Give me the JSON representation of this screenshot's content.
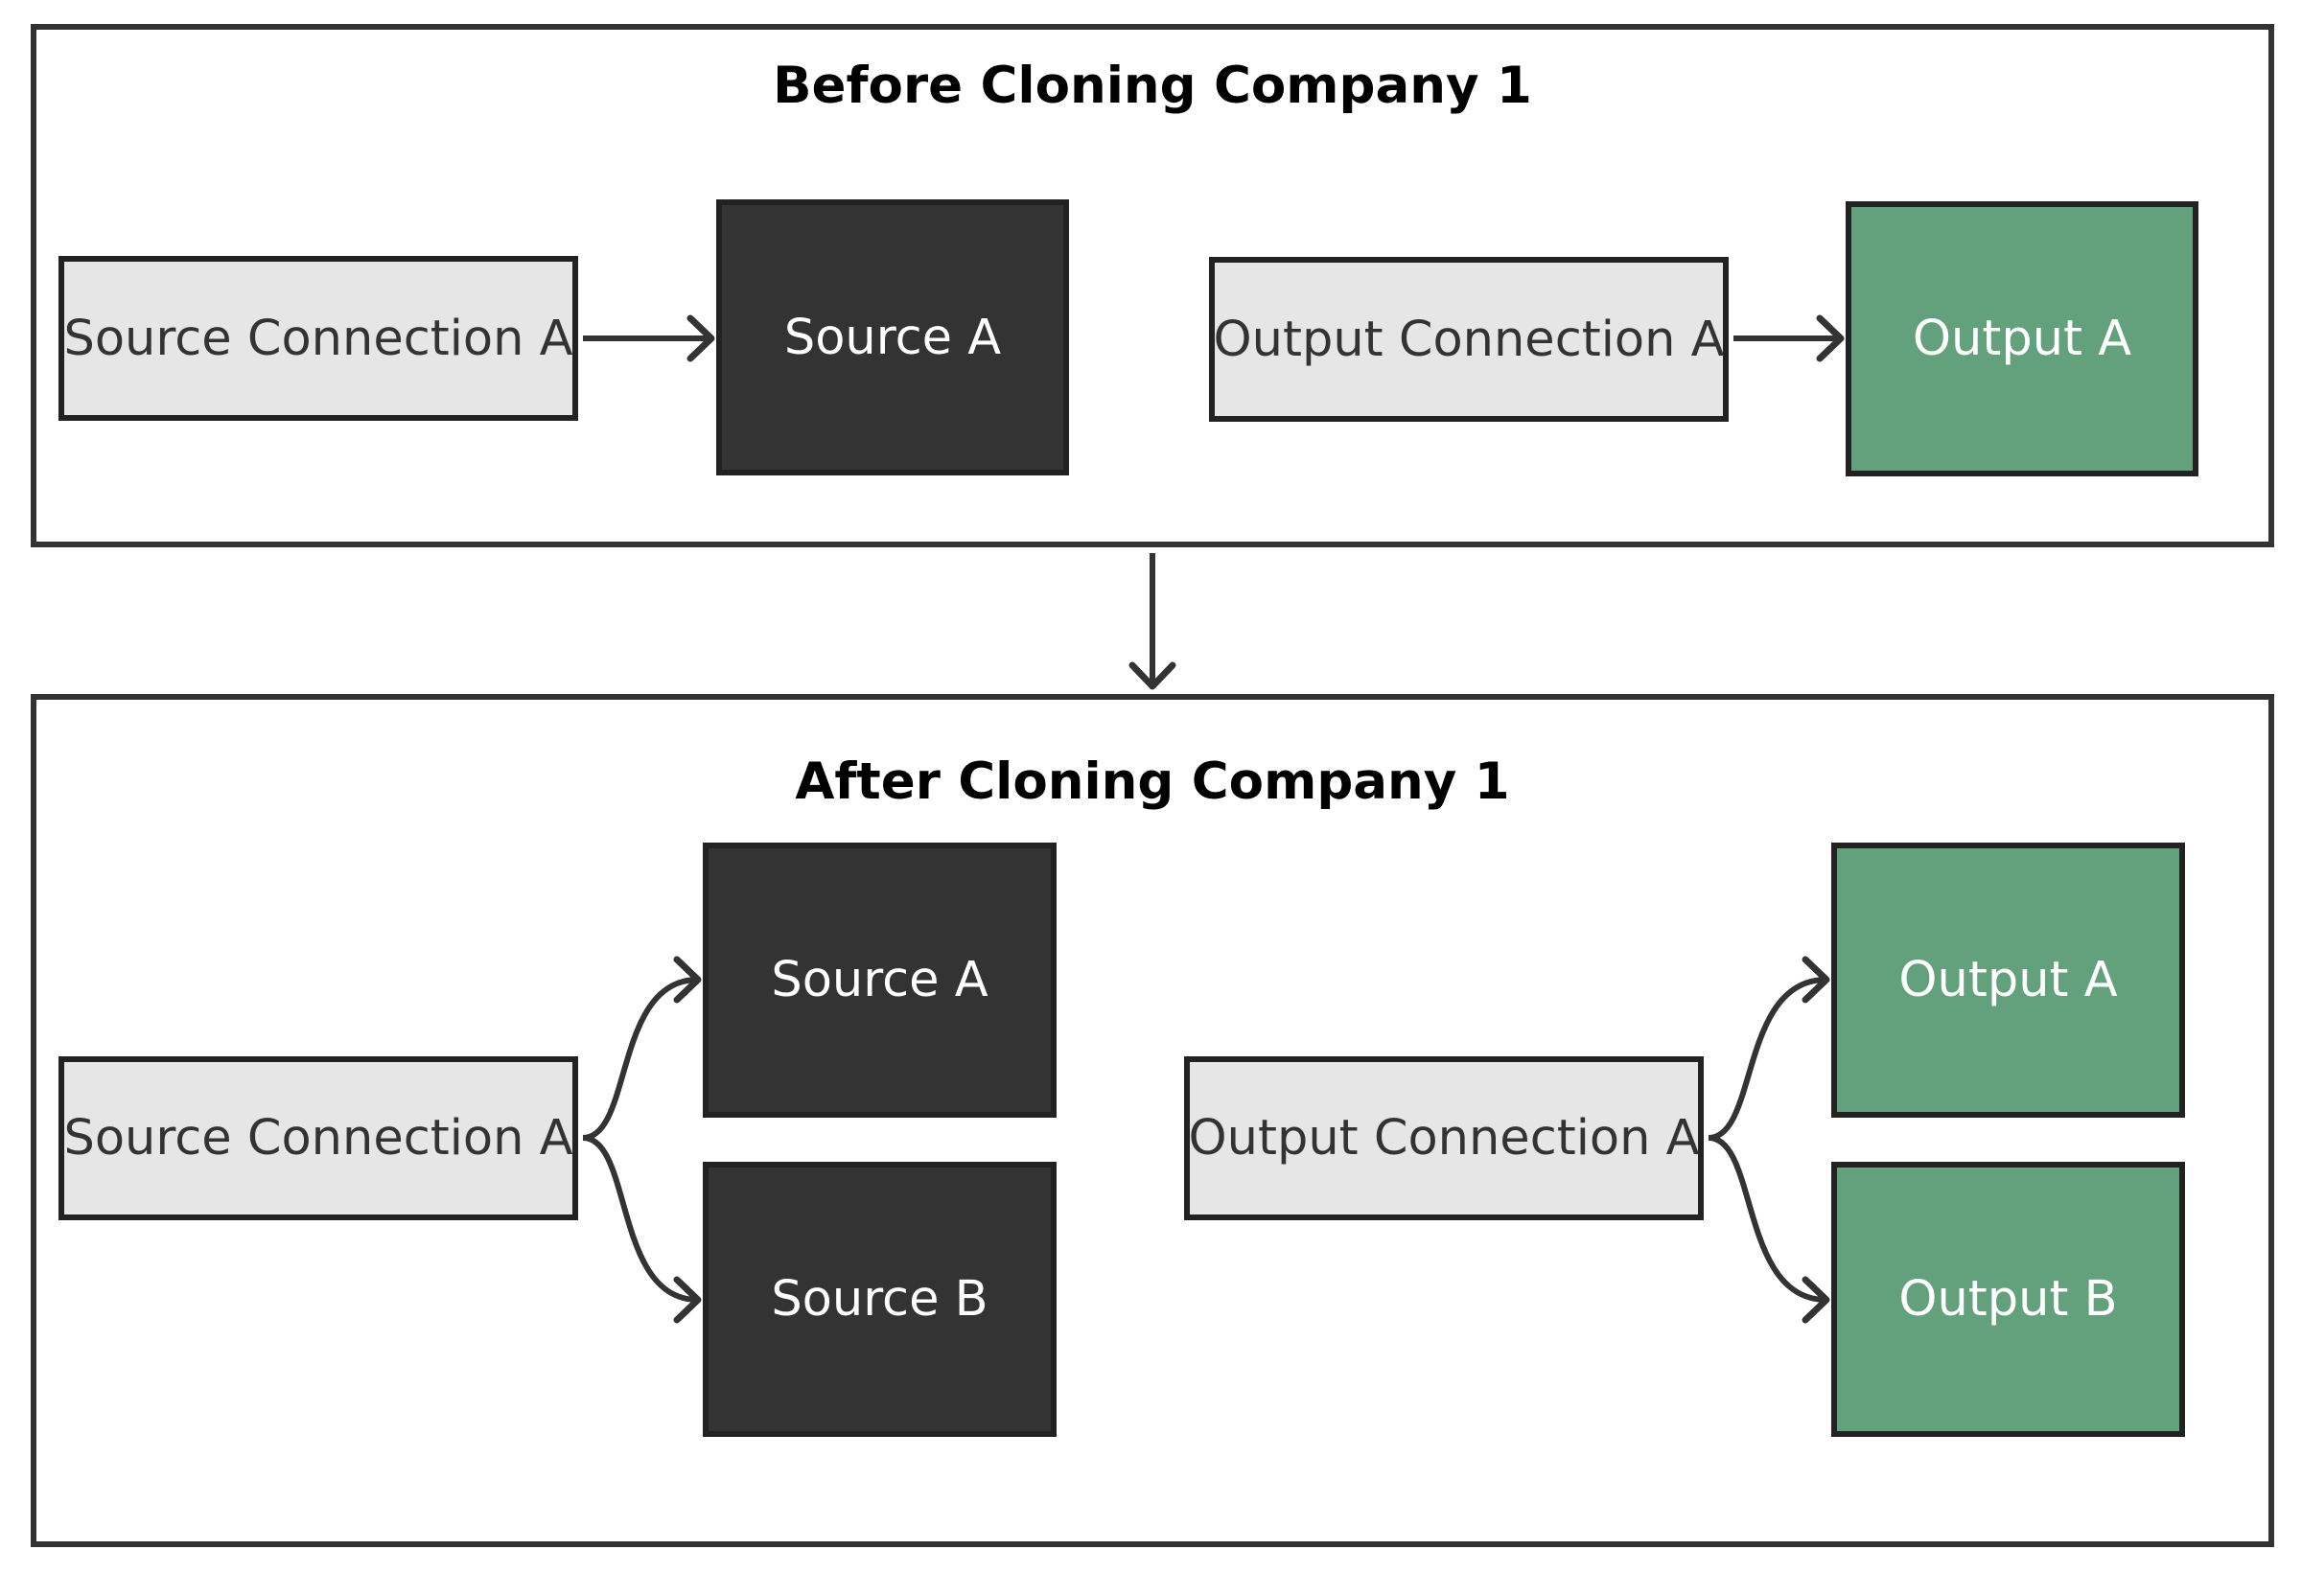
{
  "before": {
    "title": "Before Cloning Company 1",
    "source_connection": "Source Connection A",
    "source_a": "Source A",
    "output_connection": "Output Connection A",
    "output_a": "Output A"
  },
  "after": {
    "title": "After Cloning Company 1",
    "source_connection": "Source Connection A",
    "source_a": "Source A",
    "source_b": "Source B",
    "output_connection": "Output Connection A",
    "output_a": "Output A",
    "output_b": "Output B"
  },
  "colors": {
    "frame_border": "#333333",
    "connection_fill": "#e6e6e6",
    "source_fill": "#333333",
    "output_fill": "#62a17c",
    "edge": "#333333"
  }
}
